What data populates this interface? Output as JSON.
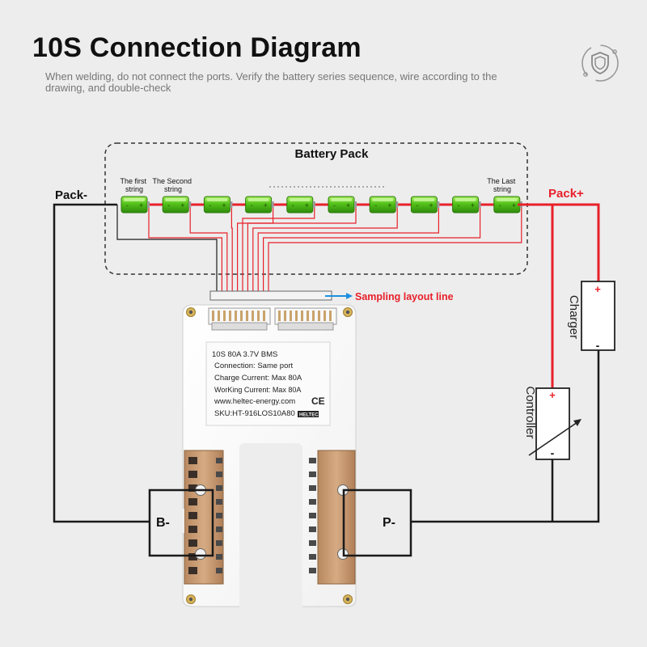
{
  "header": {
    "title": "10S Connection Diagram",
    "subtitle": "When welding, do not connect the ports. Verify the battery series sequence, wire according to the drawing, and double-check"
  },
  "logo": {
    "icon": "shield-check-icon"
  },
  "battery_pack": {
    "title": "Battery Pack",
    "first_string_label": [
      "The first",
      "string"
    ],
    "second_string_label": [
      "The Second",
      "string"
    ],
    "last_string_label": [
      "The Last",
      "string"
    ],
    "cell_count": 10,
    "cell_plus": "+",
    "cell_minus": "-"
  },
  "terminals": {
    "pack_minus": "Pack-",
    "pack_plus": "Pack+",
    "b_minus": "B-",
    "p_minus": "P-"
  },
  "sampling": {
    "label": "Sampling layout line"
  },
  "bms_label": {
    "line1": "10S  80A  3.7V  BMS",
    "line2": "Connection:  Same port",
    "line3": "Charge Current:  Max 80A",
    "line4": "WorKing Current:  Max 80A",
    "website": "www.heltec-energy.com",
    "ce": "CE",
    "sku": "SKU:HT-916LOS10A80",
    "brand": "HELTEC"
  },
  "charger": {
    "label": "Charger",
    "plus": "+",
    "minus": "-"
  },
  "controller": {
    "label": "Controller",
    "plus": "+",
    "minus": "-"
  },
  "colors": {
    "wire_red": "#e8202a",
    "wire_black": "#1a1a1a",
    "cell_green": "#55c01d",
    "accent_blue": "#1f8fe0"
  }
}
